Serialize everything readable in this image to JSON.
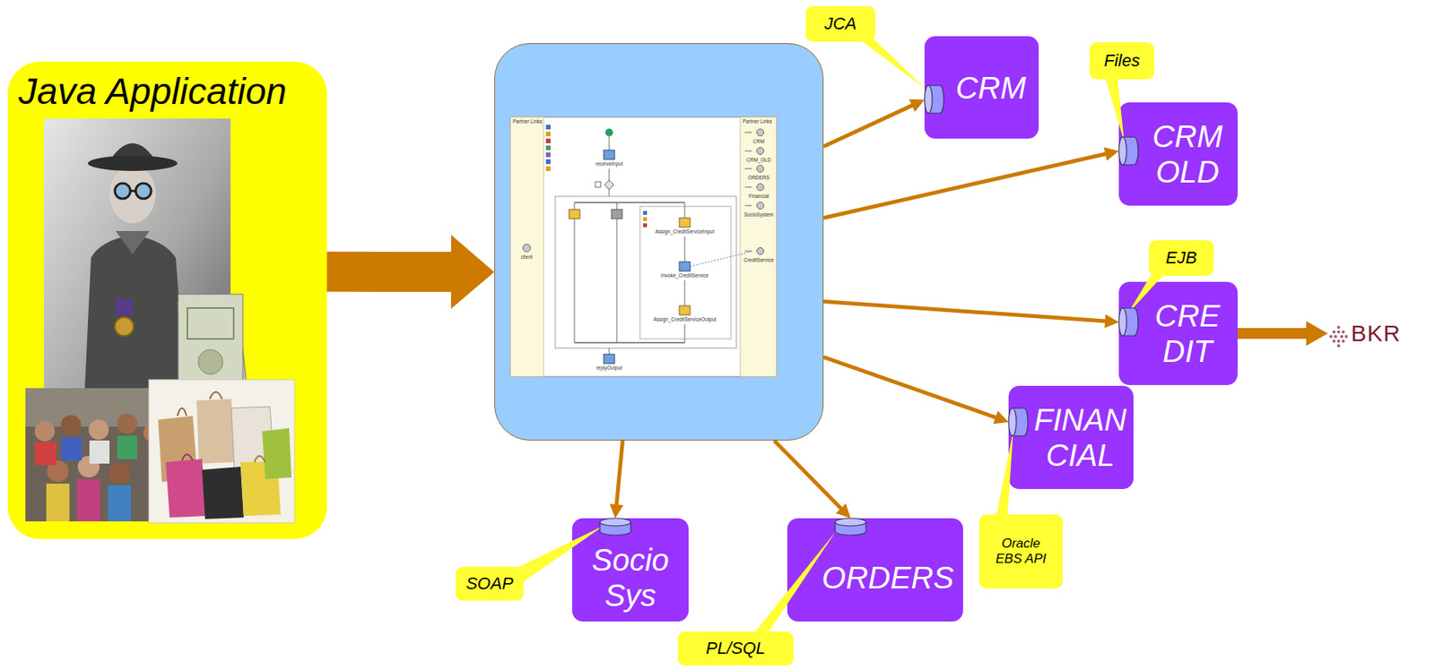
{
  "diagram": {
    "nodes": [
      {
        "text": [
          "Java Application"
        ]
      },
      {
        "text": [
          "Partner Links",
          "Partner Links"
        ]
      },
      {
        "text": [
          "CRM"
        ]
      },
      {
        "text": [
          "CRM OLD"
        ]
      },
      {
        "text": [
          "CRE DIT"
        ]
      },
      {
        "text": [
          "BKR"
        ]
      },
      {
        "text": [
          "FINAN CIAL"
        ]
      },
      {
        "text": [
          "Socio Sys"
        ]
      },
      {
        "text": [
          "ORDERS"
        ]
      }
    ],
    "edges": [
      {
        "from": 0,
        "to": 1,
        "arrow": "to"
      },
      {
        "from": 1,
        "to": 2,
        "arrow": "to"
      },
      {
        "from": 1,
        "to": 3,
        "arrow": "to"
      },
      {
        "from": 1,
        "to": 4,
        "arrow": "to"
      },
      {
        "from": 4,
        "to": 5,
        "arrow": "to"
      },
      {
        "from": 1,
        "to": 6,
        "arrow": "to"
      },
      {
        "from": 1,
        "to": 7,
        "arrow": "to"
      },
      {
        "from": 1,
        "to": 8,
        "arrow": "to"
      }
    ],
    "labels": [
      "JCA",
      "Files",
      "EJB",
      "Oracle EBS API",
      "SOAP",
      "PL/SQL",
      "receiveInput",
      "Assign_CreditServiceInput",
      "Invoke_CreditService",
      "Assign_CreditServiceOutput",
      "replyOutput",
      "client",
      "CRM",
      "CRM_OLD",
      "ORDERS",
      "Financial",
      "SocioSystem",
      "CreditService"
    ]
  }
}
